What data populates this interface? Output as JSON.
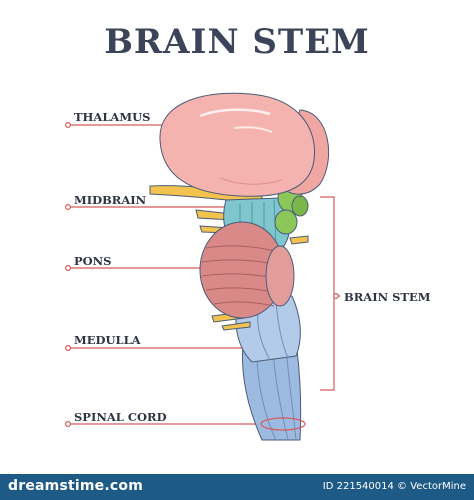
{
  "title": "BRAIN STEM",
  "labels": {
    "thalamus": "THALAMUS",
    "midbrain": "MIDBRAIN",
    "pons": "PONS",
    "medulla": "MEDULLA",
    "spinal_cord": "SPINAL CORD",
    "brain_stem": "BRAIN STEM"
  },
  "footer": {
    "brand": "dreamstime.com",
    "id_text": "ID 221540014 © VectorMine"
  },
  "colors": {
    "title": "#3b4458",
    "leader_line": "#d65a5a",
    "thalamus": "#f4b3ae",
    "midbrain": "#7fc6cf",
    "pons": "#d98a88",
    "medulla": "#9dbbe0",
    "nerves": "#f3c24f",
    "footer_bg": "#1e5a86"
  }
}
